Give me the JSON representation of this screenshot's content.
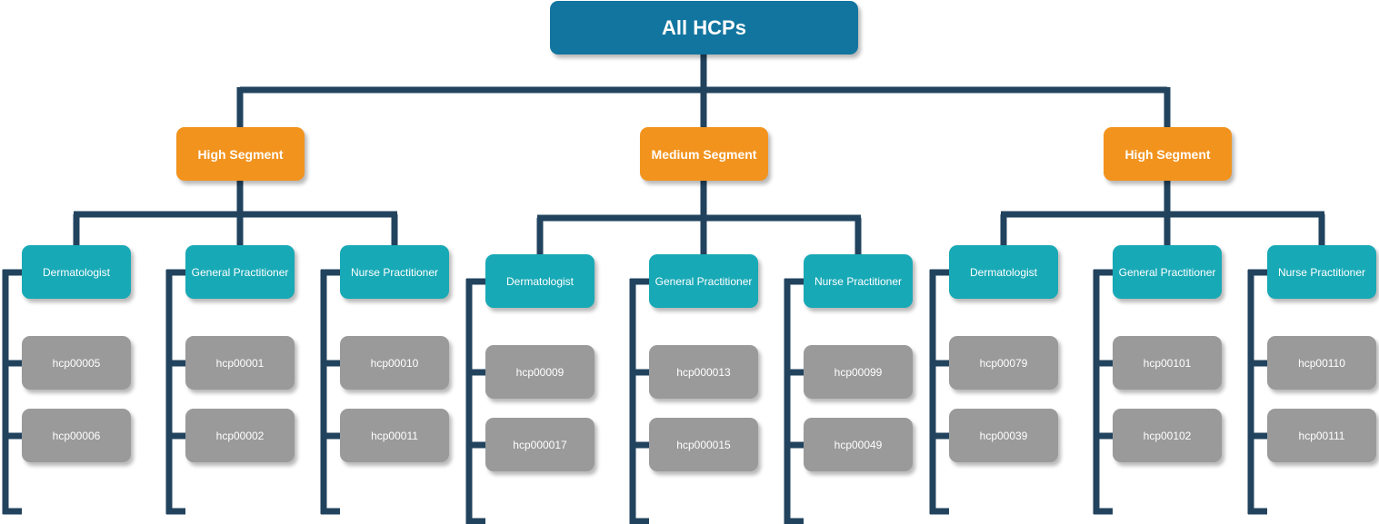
{
  "root": {
    "label": "All HCPs"
  },
  "segments": [
    {
      "label": "High Segment",
      "roles": [
        {
          "label": "Dermatologist",
          "hcps": [
            "hcp00005",
            "hcp00006"
          ]
        },
        {
          "label": "General Practitioner",
          "hcps": [
            "hcp00001",
            "hcp00002"
          ]
        },
        {
          "label": "Nurse Practitioner",
          "hcps": [
            "hcp00010",
            "hcp00011"
          ]
        }
      ]
    },
    {
      "label": "Medium Segment",
      "roles": [
        {
          "label": "Dermatologist",
          "hcps": [
            "hcp00009",
            "hcp000017"
          ]
        },
        {
          "label": "General Practitioner",
          "hcps": [
            "hcp000013",
            "hcp000015"
          ]
        },
        {
          "label": "Nurse Practitioner",
          "hcps": [
            "hcp00099",
            "hcp00049"
          ]
        }
      ]
    },
    {
      "label": "High Segment",
      "roles": [
        {
          "label": "Dermatologist",
          "hcps": [
            "hcp00079",
            "hcp00039"
          ]
        },
        {
          "label": "General Practitioner",
          "hcps": [
            "hcp00101",
            "hcp00102"
          ]
        },
        {
          "label": "Nurse Practitioner",
          "hcps": [
            "hcp00110",
            "hcp00111"
          ]
        }
      ]
    }
  ],
  "colors": {
    "root": "#12759f",
    "segment": "#f2931e",
    "role": "#18a9b6",
    "hcp": "#9a9a9a",
    "connector": "#22435e"
  }
}
